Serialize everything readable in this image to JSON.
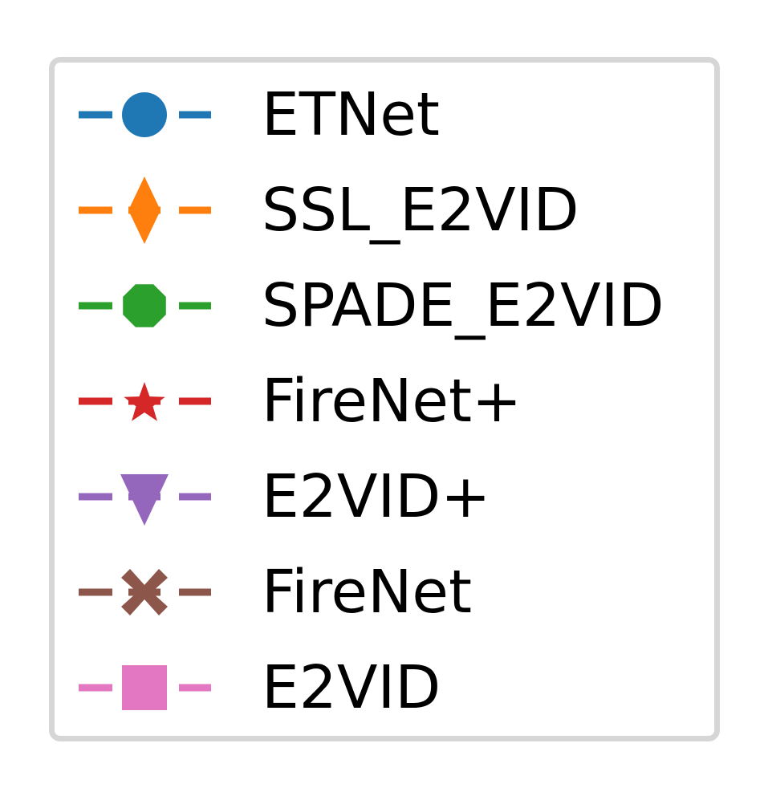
{
  "chart_data": {
    "type": "line",
    "title": "",
    "xlabel": "",
    "ylabel": "",
    "legend": {
      "placement": "standalone",
      "frame": true,
      "frame_color": "#d6d6d6"
    },
    "series": [
      {
        "name": "ETNet",
        "color": "#1f77b4",
        "marker": "circle",
        "linestyle": "dashed"
      },
      {
        "name": "SSL_E2VID",
        "color": "#ff7f0e",
        "marker": "diamond",
        "linestyle": "dashed"
      },
      {
        "name": "SPADE_E2VID",
        "color": "#2ca02c",
        "marker": "octagon",
        "linestyle": "dashed"
      },
      {
        "name": "FireNet+",
        "color": "#d62728",
        "marker": "star",
        "linestyle": "dashed"
      },
      {
        "name": "E2VID+",
        "color": "#9467bd",
        "marker": "triangle-down",
        "linestyle": "dashed"
      },
      {
        "name": "FireNet",
        "color": "#8c564b",
        "marker": "x-filled",
        "linestyle": "dashed"
      },
      {
        "name": "E2VID",
        "color": "#e377c2",
        "marker": "square",
        "linestyle": "dashed"
      }
    ]
  }
}
